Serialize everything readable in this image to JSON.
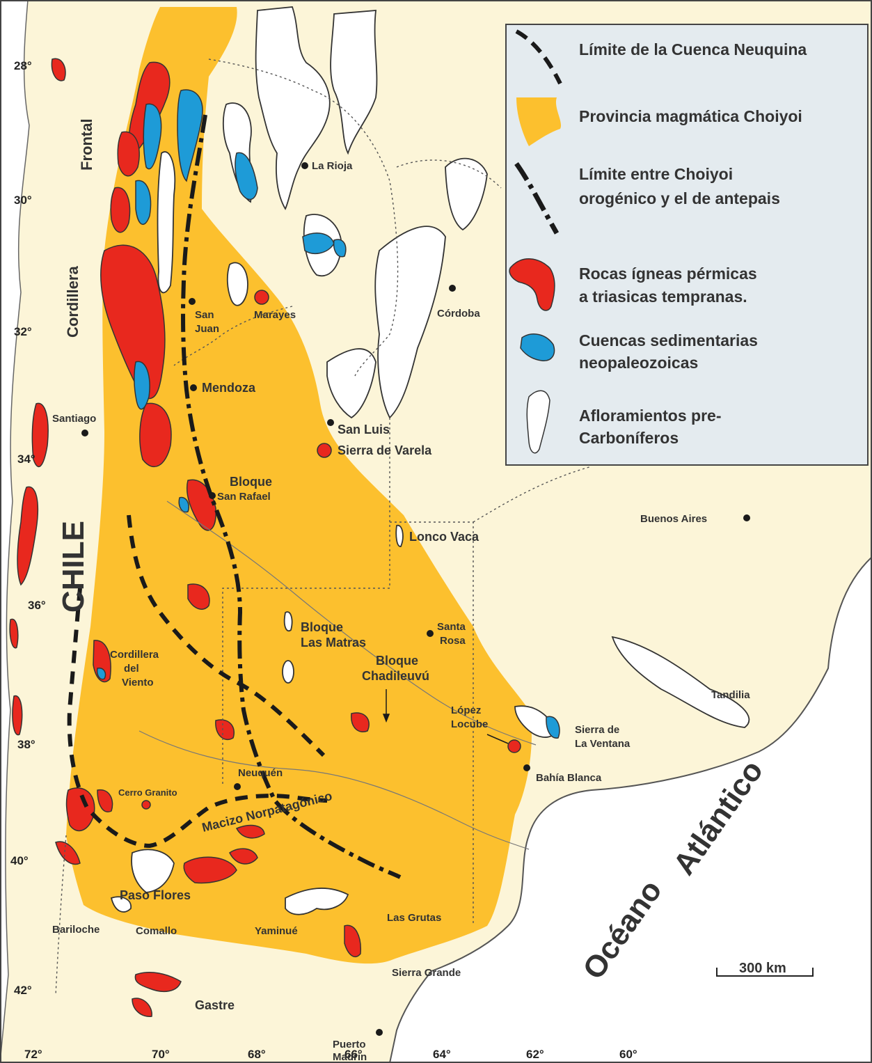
{
  "legend": {
    "items": [
      {
        "label_lines": [
          "Límite de la Cuenca Neuquina"
        ],
        "symbol": "dashed-line"
      },
      {
        "label_lines": [
          "Provincia magmática Choiyoi"
        ],
        "symbol": "orange-area",
        "color": "#fcc02e"
      },
      {
        "label_lines": [
          "Límite entre Choiyoi",
          "orogénico y el de antepais"
        ],
        "symbol": "dash-dot-line"
      },
      {
        "label_lines": [
          "Rocas ígneas pérmicas",
          "a triasicas tempranas."
        ],
        "symbol": "red-area",
        "color": "#e8281e"
      },
      {
        "label_lines": [
          "Cuencas sedimentarias",
          "neopaleozoicas"
        ],
        "symbol": "blue-area",
        "color": "#1e9bd7"
      },
      {
        "label_lines": [
          "Afloramientos pre-",
          "Carboníferos"
        ],
        "symbol": "white-area",
        "color": "#ffffff"
      }
    ]
  },
  "colors": {
    "background": "#fcf5d8",
    "choiyoi": "#fcc02e",
    "igneous": "#e8281e",
    "basins": "#1e9bd7",
    "outcrops": "#ffffff",
    "ocean": "#ffffff",
    "legend_bg": "#e4ebef"
  },
  "latitudes": [
    "28°",
    "30°",
    "32°",
    "34°",
    "36°",
    "38°",
    "40°",
    "42°"
  ],
  "longitudes": [
    "72°",
    "70°",
    "68°",
    "66°",
    "64°",
    "62°",
    "60°"
  ],
  "region_labels": {
    "country": "CHILE",
    "cordillera_1": "Cordillera",
    "cordillera_2": "Frontal",
    "ocean_1": "Océano",
    "ocean_2": "Atlántico",
    "macizo": "Macizo Norpatagónico"
  },
  "places": {
    "la_rioja": "La Rioja",
    "san_juan_1": "San",
    "san_juan_2": "Juan",
    "marayes": "Marayes",
    "cordoba": "Córdoba",
    "mendoza": "Mendoza",
    "santiago": "Santiago",
    "san_luis": "San Luis",
    "sierra_varela": "Sierra de Varela",
    "bloque_sr_1": "Bloque",
    "bloque_sr_2": "San Rafael",
    "buenos_aires": "Buenos Aires",
    "lonco_vaca": "Lonco Vaca",
    "bloque_lm_1": "Bloque",
    "bloque_lm_2": "Las Matras",
    "santa_rosa_1": "Santa",
    "santa_rosa_2": "Rosa",
    "bloque_ch_1": "Bloque",
    "bloque_ch_2": "Chadileuvú",
    "cord_viento_1": "Cordillera",
    "cord_viento_2": "del",
    "cord_viento_3": "Viento",
    "tandilia": "Tandilia",
    "lopez_1": "López",
    "lopez_2": "Locube",
    "sierra_ventana_1": "Sierra de",
    "sierra_ventana_2": "La Ventana",
    "bahia_blanca": "Bahía Blanca",
    "neuquen": "Neuquén",
    "cerro_granito": "Cerro Granito",
    "paso_flores": "Paso Flores",
    "bariloche": "Bariloche",
    "comallo": "Comallo",
    "yaminue": "Yaminué",
    "las_grutas": "Las Grutas",
    "sierra_grande": "Sierra Grande",
    "gastre": "Gastre",
    "puerto_madryn_1": "Puerto",
    "puerto_madryn_2": "Madrin"
  },
  "scale_bar": "300 km"
}
